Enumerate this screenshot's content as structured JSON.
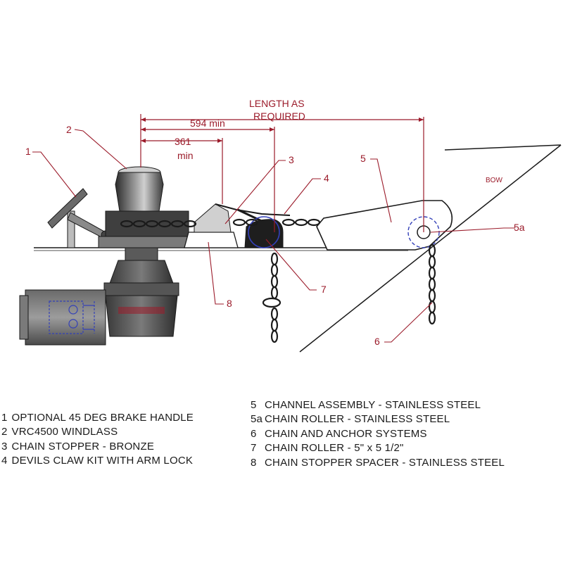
{
  "dimensions": {
    "length_as_required": [
      "LENGTH AS",
      "REQUIRED"
    ],
    "min_594": "594 min",
    "min_361": [
      "361",
      "min"
    ]
  },
  "callouts": {
    "c1": "1",
    "c2": "2",
    "c3": "3",
    "c4": "4",
    "c5": "5",
    "c5a": "5a",
    "c6": "6",
    "c7": "7",
    "c8": "8",
    "bow": "BOW"
  },
  "legend": {
    "left": [
      {
        "num": "1",
        "text": "OPTIONAL 45 DEG BRAKE HANDLE"
      },
      {
        "num": "2",
        "text": "VRC4500 WINDLASS"
      },
      {
        "num": "3",
        "text": "CHAIN STOPPER - BRONZE"
      },
      {
        "num": "4",
        "text": "DEVILS CLAW KIT WITH ARM LOCK"
      }
    ],
    "right": [
      {
        "num": "5",
        "text": "CHANNEL ASSEMBLY - STAINLESS STEEL"
      },
      {
        "num": "5a",
        "text": "CHAIN ROLLER - STAINLESS STEEL"
      },
      {
        "num": "6",
        "text": "CHAIN AND ANCHOR SYSTEMS"
      },
      {
        "num": "7",
        "text": "CHAIN ROLLER - 5\" x 5 1/2\""
      },
      {
        "num": "8",
        "text": "CHAIN STOPPER SPACER - STAINLESS STEEL"
      }
    ]
  },
  "colors": {
    "annotation": "#9b1b2a",
    "hidden_detail": "#3340b8",
    "line": "#1a1a1a",
    "equipment_fill": "#5a5a5a"
  }
}
